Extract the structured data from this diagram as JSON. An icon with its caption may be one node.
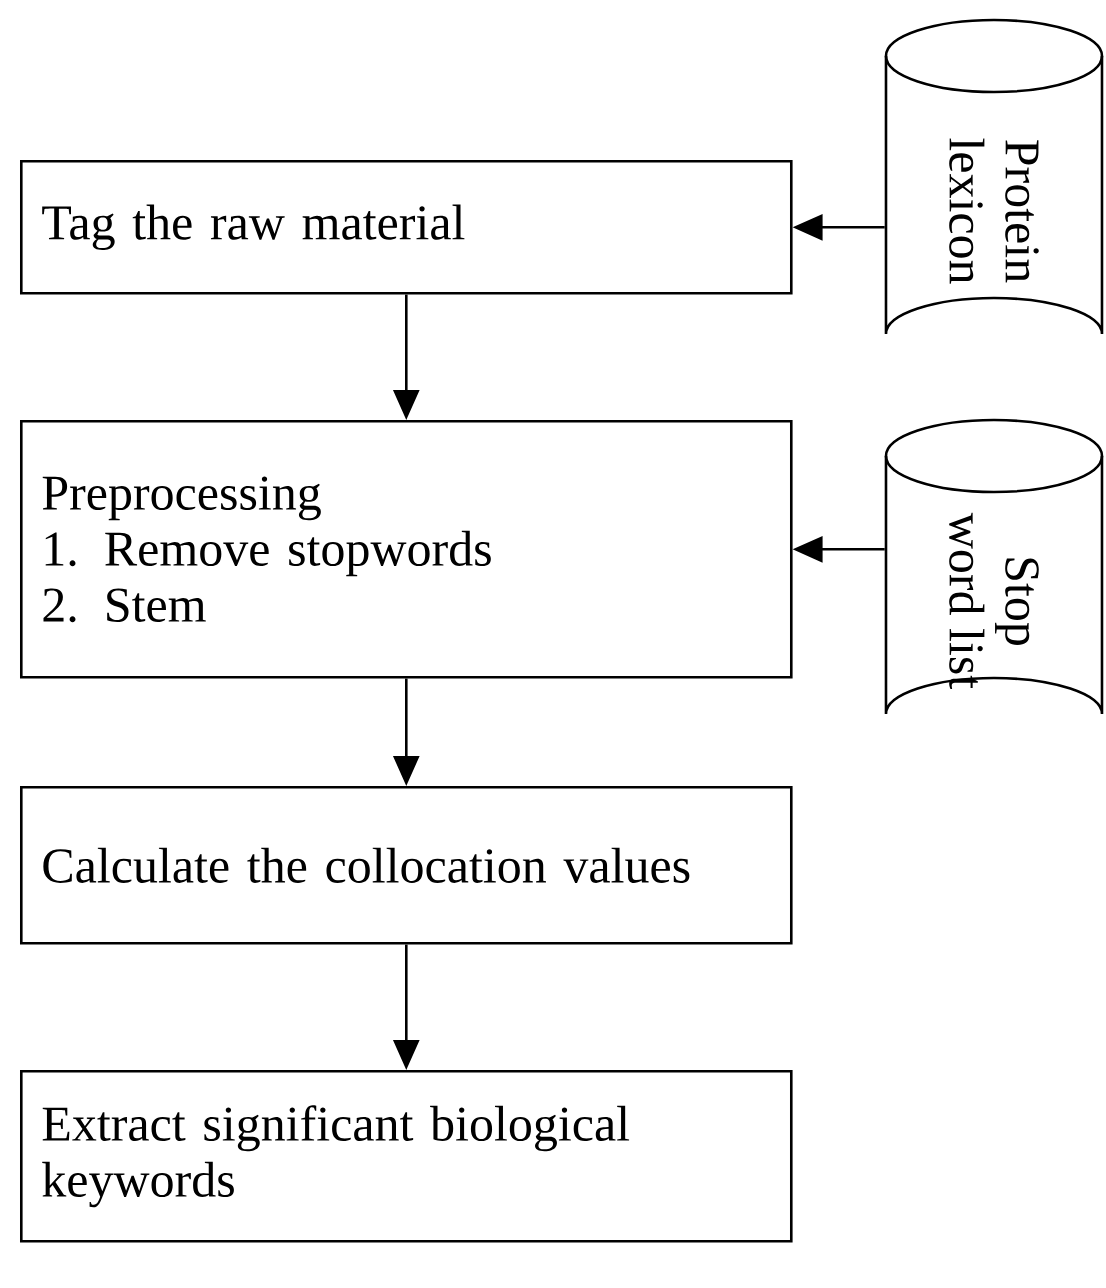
{
  "diagram": {
    "nodes": [
      {
        "text": [
          "Tag the raw material"
        ]
      },
      {
        "text": [
          "Preprocessing",
          "1. Remove stopwords",
          "2. Stem"
        ]
      },
      {
        "text": [
          "Calculate the collocation values"
        ]
      },
      {
        "text": [
          "Extract significant biological keywords"
        ]
      },
      {
        "text": [
          "Protein lexicon"
        ]
      },
      {
        "text": [
          "Stop word list"
        ]
      }
    ],
    "edges": [
      {
        "from": 4,
        "to": 0,
        "arrow": "to"
      },
      {
        "from": 0,
        "to": 1,
        "arrow": "to"
      },
      {
        "from": 5,
        "to": 1,
        "arrow": "to"
      },
      {
        "from": 1,
        "to": 2,
        "arrow": "to"
      },
      {
        "from": 2,
        "to": 3,
        "arrow": "to"
      }
    ]
  }
}
